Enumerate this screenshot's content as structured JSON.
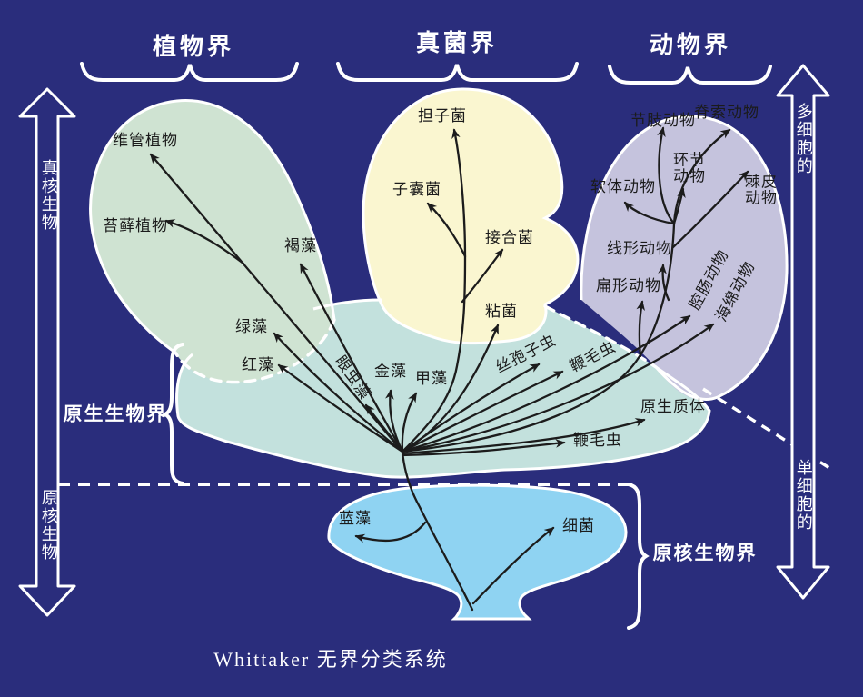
{
  "headers": {
    "plant": "植物界",
    "fungi": "真菌界",
    "animal": "动物界"
  },
  "axes": {
    "eukaryote": "真核生物",
    "prokaryote": "原核生物",
    "multicellular": "多细胞的",
    "unicellular": "单细胞的"
  },
  "groups": {
    "protist_kingdom": "原生生物界",
    "prokaryote_kingdom": "原核生物界"
  },
  "organisms": {
    "vascular_plants": "维管植物",
    "mosses": "苔藓植物",
    "brown_algae": "褐藻",
    "green_algae": "绿藻",
    "red_algae": "红藻",
    "euglenoids": "眼虫藻",
    "golden_algae": "金藻",
    "dinoflagellates": "甲藻",
    "basidiomycetes": "担子菌",
    "ascomycetes": "子囊菌",
    "zygomycetes": "接合菌",
    "slime_molds": "粘菌",
    "sporozoans": "丝孢子虫",
    "flagellates_upper": "鞭毛虫",
    "flagellates_lower": "鞭毛虫",
    "protoplast": "原生质体",
    "cyanobacteria": "蓝藻",
    "bacteria": "细菌",
    "arthropods": "节肢动物",
    "chordates": "脊索动物",
    "annelids": "环节\n动物",
    "molluscs": "软体动物",
    "echinoderms": "棘皮\n动物",
    "nematodes": "线形动物",
    "flatworms": "扁形动物",
    "coelenterates": "腔肠动物",
    "sponges": "海绵动物"
  },
  "caption": "Whittaker  无界分类系统",
  "colors": {
    "background": "#2A2D7C",
    "plant_blob": "#CFE3D2",
    "fungi_blob": "#FAF6D0",
    "animal_blob": "#C5C3DD",
    "protist_blob": "#C3E1DD",
    "prokaryote_blob": "#8FD3F2",
    "outline": "#FFFFFF",
    "line": "#1C1C1C"
  }
}
